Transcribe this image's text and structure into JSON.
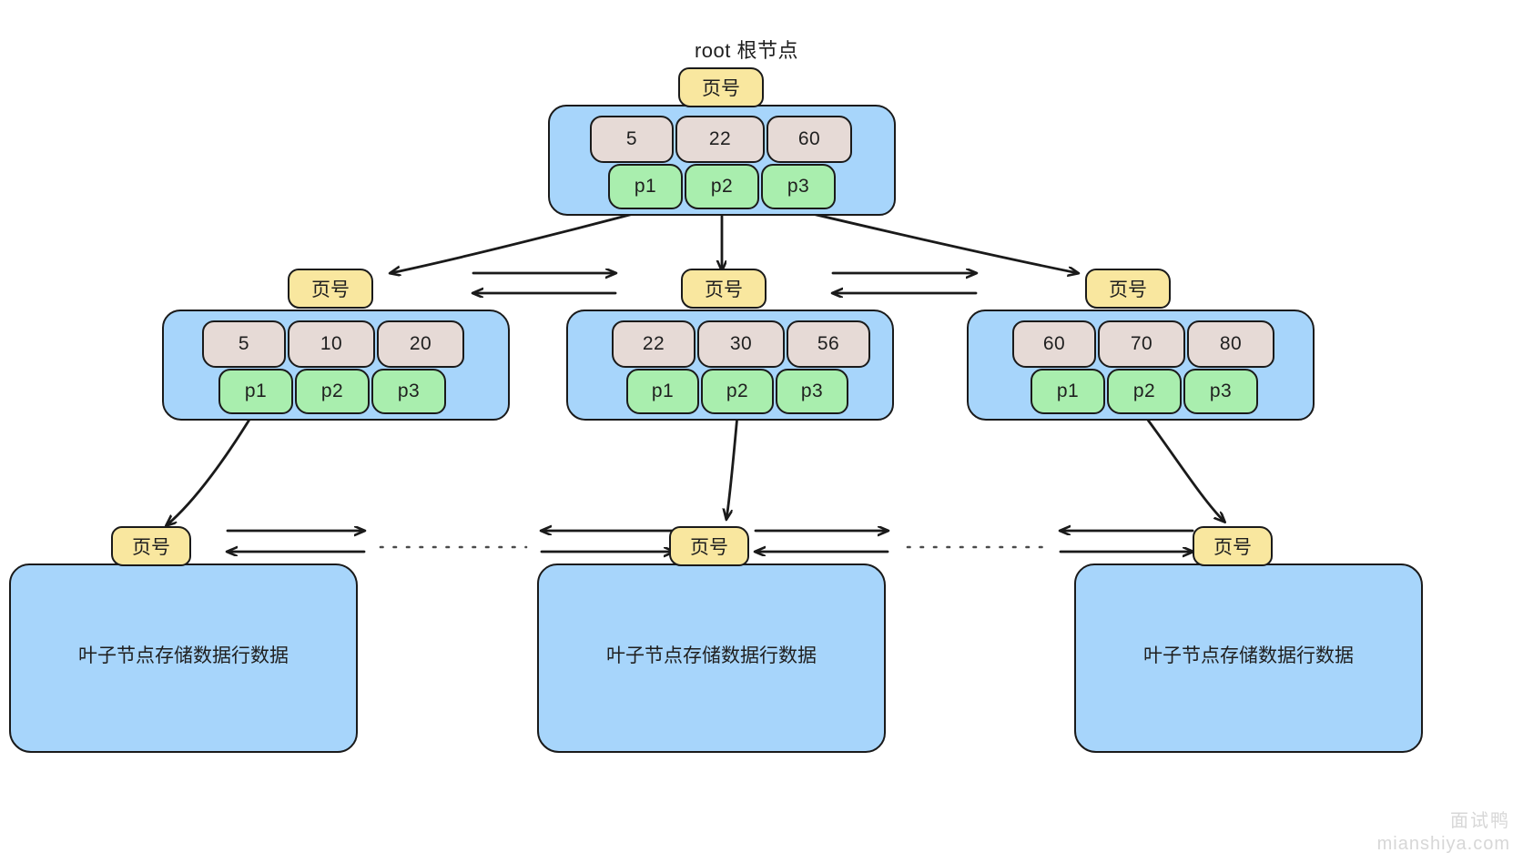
{
  "diagram": {
    "title": "root 根节点",
    "page_label": "页号",
    "leaf_label": "叶子节点存储数据行数据",
    "colors": {
      "node_fill": "#a7d5fb",
      "key_fill": "#e6dad6",
      "pointer_fill": "#a9eeae",
      "page_chip_fill": "#f9e79f",
      "stroke": "#1a1a1a",
      "background": "#ffffff",
      "watermark": "#d7d7d7"
    },
    "levels": [
      {
        "name": "root-level",
        "nodes": [
          {
            "id": "root",
            "page_label": "页号",
            "keys": [
              "5",
              "22",
              "60"
            ],
            "pointers": [
              "p1",
              "p2",
              "p3"
            ]
          }
        ]
      },
      {
        "name": "internal-level",
        "nodes": [
          {
            "id": "internal-left",
            "page_label": "页号",
            "keys": [
              "5",
              "10",
              "20"
            ],
            "pointers": [
              "p1",
              "p2",
              "p3"
            ]
          },
          {
            "id": "internal-middle",
            "page_label": "页号",
            "keys": [
              "22",
              "30",
              "56"
            ],
            "pointers": [
              "p1",
              "p2",
              "p3"
            ]
          },
          {
            "id": "internal-right",
            "page_label": "页号",
            "keys": [
              "60",
              "70",
              "80"
            ],
            "pointers": [
              "p1",
              "p2",
              "p3"
            ]
          }
        ]
      },
      {
        "name": "leaf-level",
        "nodes": [
          {
            "id": "leaf-left",
            "page_label": "页号",
            "text": "叶子节点存储数据行数据"
          },
          {
            "id": "leaf-middle",
            "page_label": "页号",
            "text": "叶子节点存储数据行数据"
          },
          {
            "id": "leaf-right",
            "page_label": "页号",
            "text": "叶子节点存储数据行数据"
          }
        ]
      }
    ]
  },
  "watermark": {
    "cn": "面试鸭",
    "en": "mianshiya.com"
  }
}
